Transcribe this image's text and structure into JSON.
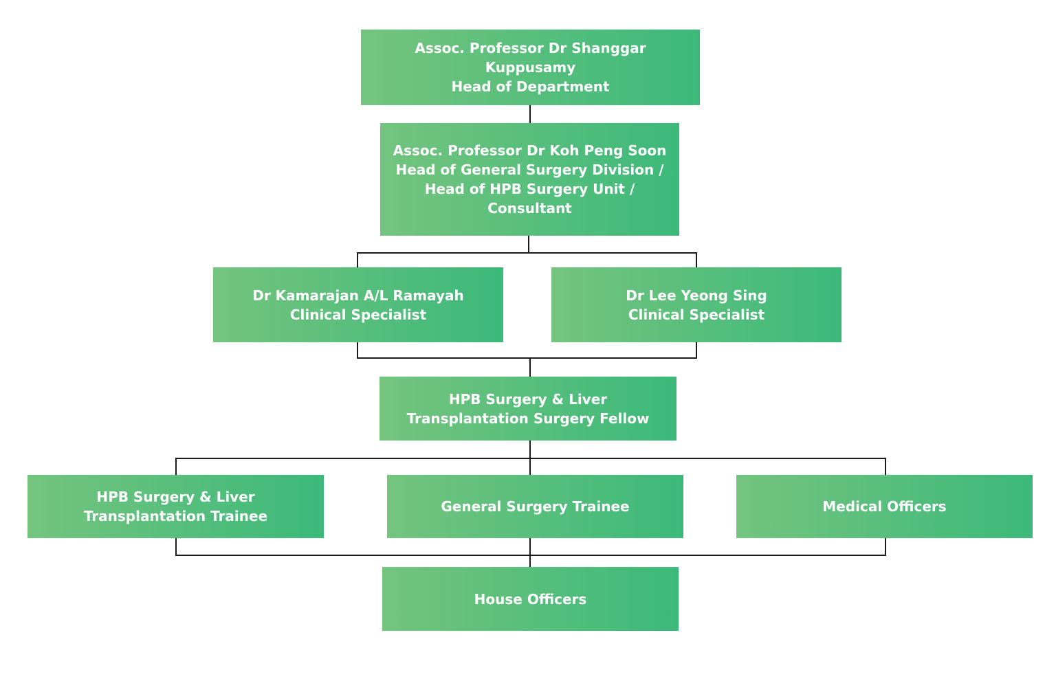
{
  "theme": {
    "box_gradient_start": "#74c47e",
    "box_gradient_end": "#3cb97a",
    "text_color": "#ffffff",
    "connector_color": "#1a1a1a"
  },
  "nodes": {
    "head_of_department": {
      "name": "Assoc. Professor Dr Shanggar Kuppusamy",
      "role": "Head of Department"
    },
    "head_general_surgery": {
      "lines": [
        "Assoc. Professor Dr Koh Peng Soon",
        "Head of General Surgery Division /",
        "Head of HPB Surgery Unit /",
        "Consultant"
      ]
    },
    "specialist_kamarajan": {
      "name": "Dr Kamarajan A/L Ramayah",
      "role": "Clinical Specialist"
    },
    "specialist_lee": {
      "name": "Dr Lee Yeong Sing",
      "role": "Clinical Specialist"
    },
    "fellow": {
      "lines": [
        "HPB Surgery & Liver",
        "Transplantation Surgery Fellow"
      ]
    },
    "hpb_trainee": {
      "lines": [
        "HPB Surgery & Liver",
        "Transplantation Trainee"
      ]
    },
    "general_trainee": {
      "label": "General Surgery Trainee"
    },
    "medical_officers": {
      "label": "Medical Officers"
    },
    "house_officers": {
      "label": "House Officers"
    }
  }
}
